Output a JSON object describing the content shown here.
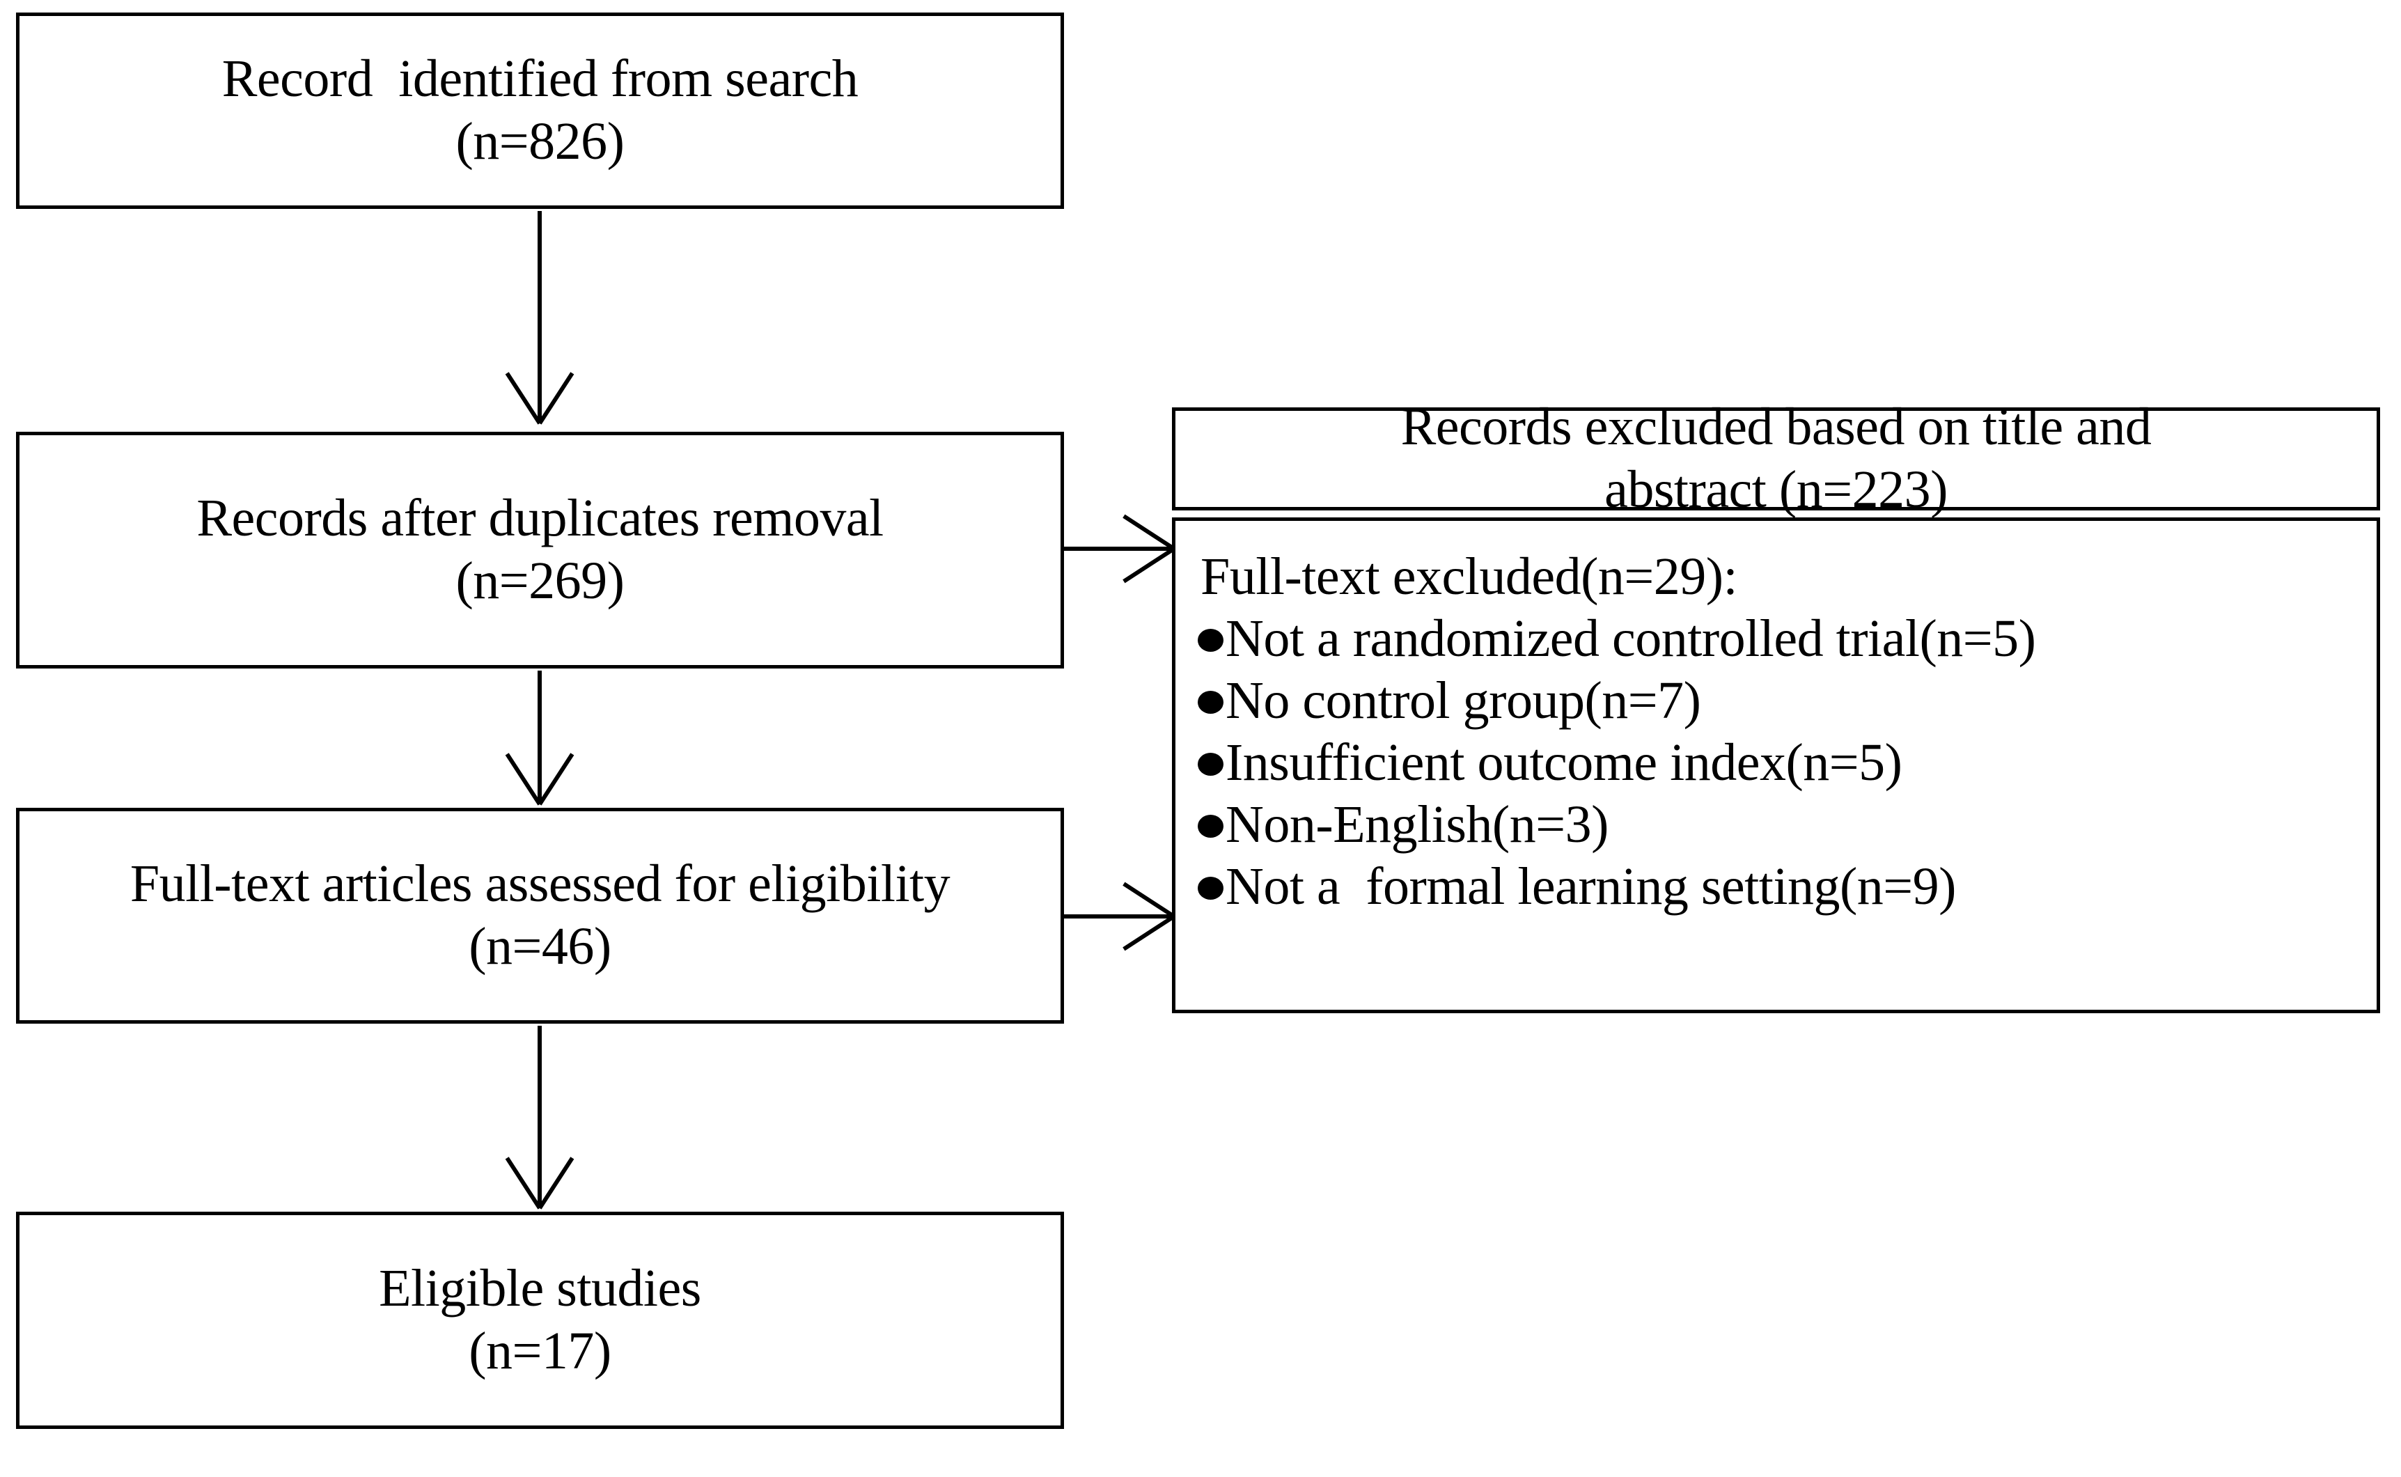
{
  "diagram": {
    "title": "PRISMA study selection flow diagram",
    "accent_color": "#000000",
    "background_color": "#ffffff",
    "bullet_glyph": "filled-circle"
  },
  "boxes": {
    "identified": {
      "line1": "Record  identified from search",
      "line2": "(n=826)"
    },
    "duplicates": {
      "line1": "Records after duplicates removal",
      "line2": "(n=269)"
    },
    "eligibility": {
      "line1": "Full-text articles assessed for eligibility",
      "line2": "(n=46)"
    },
    "eligible": {
      "line1": "Eligible studies",
      "line2": "(n=17)"
    },
    "excluded_title_abstract": {
      "line1": "Records excluded based on title and",
      "line2": "abstract (n=223)"
    },
    "fulltext_excluded": {
      "heading": "Full-text excluded(n=29):",
      "reasons": [
        "Not a randomized controlled trial(n=5)",
        "No control group(n=7)",
        "Insufficient outcome index(n=5)",
        "Non-English(n=3)",
        "Not a  formal learning setting(n=9)"
      ]
    }
  },
  "connectors": {
    "identified_to_duplicates": "arrow-down",
    "duplicates_to_eligibility": "arrow-down",
    "eligibility_to_eligible": "arrow-down",
    "duplicates_to_excluded": "arrow-right",
    "eligibility_to_fulltext_excluded": "arrow-right"
  }
}
